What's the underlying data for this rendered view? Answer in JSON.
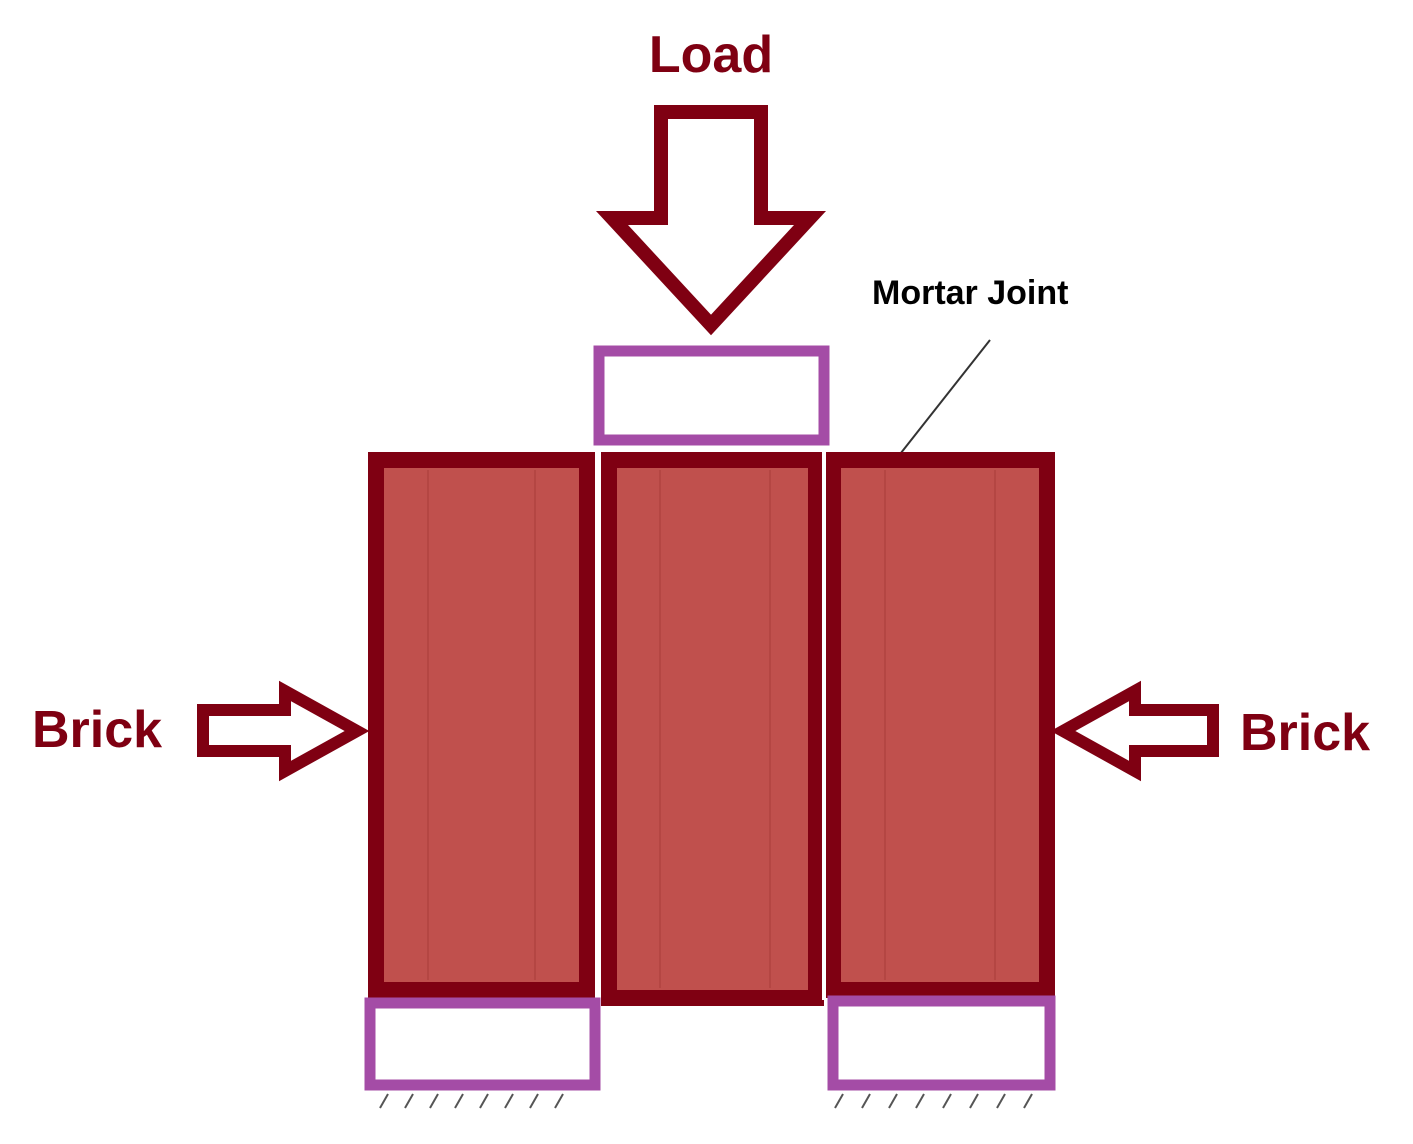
{
  "labels": {
    "load": "Load",
    "mortar_joint": "Mortar Joint",
    "brick_left": "Brick",
    "brick_right": "Brick"
  },
  "colors": {
    "brick_fill": "#c0504d",
    "brick_outline": "#7f0012",
    "plate_outline": "#a44ca6",
    "arrow_outline": "#7f0012",
    "label_red": "#7f0012",
    "label_black": "#000000",
    "hatch": "#555555"
  }
}
